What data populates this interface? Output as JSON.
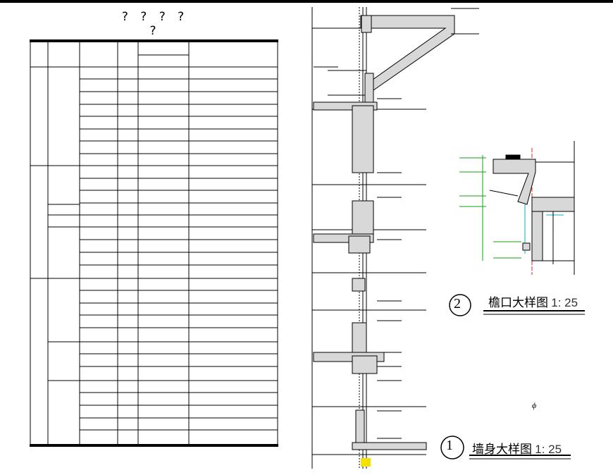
{
  "schedule": {
    "title": "? ? ? ? ?"
  },
  "details": [
    {
      "number": "2",
      "name": "檐口大样图",
      "scale": "1: 25"
    },
    {
      "number": "1",
      "name": "墙身大样图",
      "scale": "1: 25"
    }
  ],
  "misc": {
    "symbol": "ϕ"
  },
  "colors": {
    "ink": "#000000",
    "concrete": "#d8d8d8",
    "dim_green": "#16a016",
    "dim_red": "#e02020",
    "cyan": "#00b0c0"
  }
}
